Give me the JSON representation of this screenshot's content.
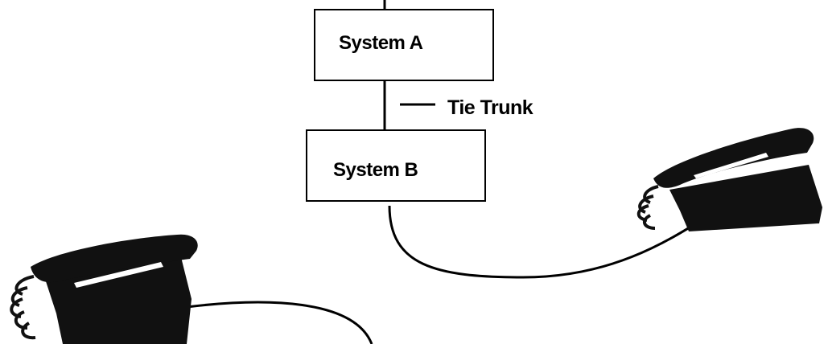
{
  "diagram": {
    "system_a_label": "System A",
    "system_b_label": "System B",
    "trunk_label": "Tie Trunk"
  },
  "colors": {
    "stroke": "#000000",
    "background": "#ffffff",
    "phone_body": "#111111",
    "phone_highlight": "#ffffff"
  },
  "icons": [
    "telephone-icon",
    "telephone-icon"
  ]
}
